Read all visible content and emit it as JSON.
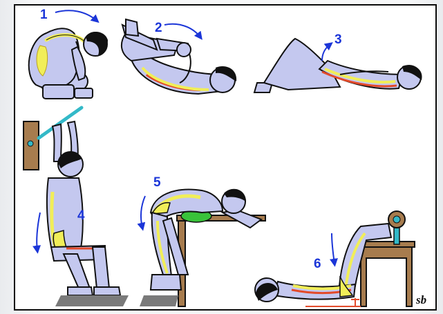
{
  "illustration": {
    "steps": [
      {
        "number": "1",
        "motion": "arrow-right-curve"
      },
      {
        "number": "2",
        "motion": "arrow-right-curve"
      },
      {
        "number": "3",
        "motion": "arrow-up"
      },
      {
        "number": "4",
        "motion": "arrow-down"
      },
      {
        "number": "5",
        "motion": "arrow-down"
      },
      {
        "number": "6",
        "motion": "arrow-down"
      }
    ],
    "signature": "sb",
    "colors": {
      "body": "#c4c8ef",
      "outline": "#111111",
      "spine": "#f1ee58",
      "muscle": "#e34a2a",
      "arrow": "#1b35d8",
      "furniture": "#a77c4e",
      "bar": "#33b9c8",
      "cushion": "#39c23a",
      "floor": "#7a7a7a"
    }
  }
}
